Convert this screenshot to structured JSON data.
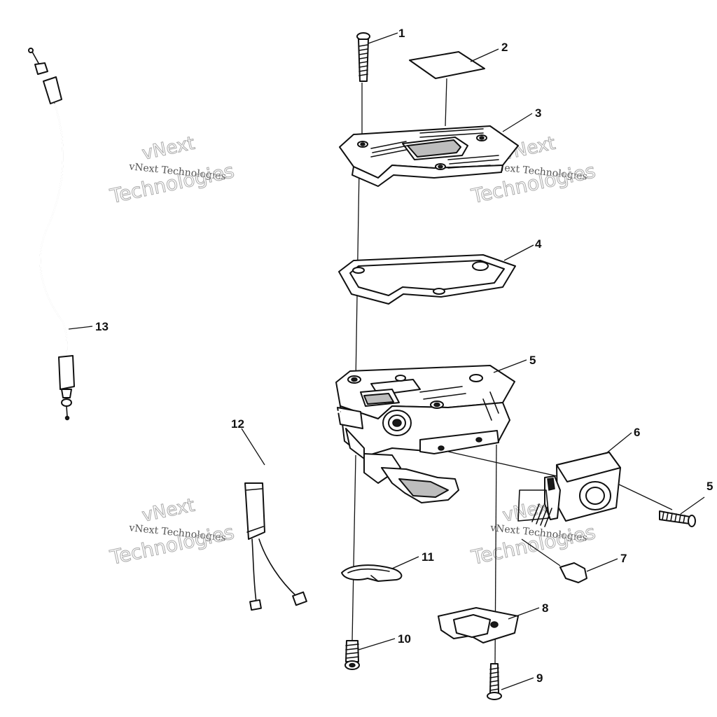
{
  "callouts": [
    {
      "id": "1",
      "text": "1"
    },
    {
      "id": "2",
      "text": "2"
    },
    {
      "id": "3",
      "text": "3"
    },
    {
      "id": "4",
      "text": "4"
    },
    {
      "id": "5a",
      "text": "5"
    },
    {
      "id": "5b",
      "text": "5"
    },
    {
      "id": "6",
      "text": "6"
    },
    {
      "id": "7",
      "text": "7"
    },
    {
      "id": "8",
      "text": "8"
    },
    {
      "id": "9",
      "text": "9"
    },
    {
      "id": "10",
      "text": "10"
    },
    {
      "id": "11",
      "text": "11"
    },
    {
      "id": "12",
      "text": "12"
    },
    {
      "id": "13",
      "text": "13"
    }
  ],
  "watermark": {
    "line_big_1": "vNext",
    "line_small": "vNext Technologies",
    "line_big_2": "Technologies"
  },
  "colors": {
    "ink": "#111111",
    "shade": "#bdbdbd",
    "watermark": "#aaaaaa"
  }
}
